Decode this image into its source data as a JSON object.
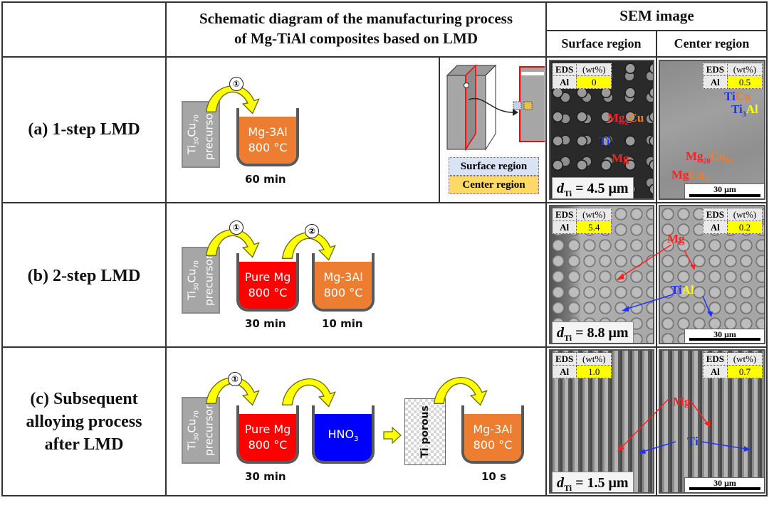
{
  "header": {
    "schematic_title_line1": "Schematic diagram of the manufacturing process",
    "schematic_title_line2": "of Mg-TiAl composites based on LMD",
    "sem_title": "SEM image",
    "surface_col": "Surface region",
    "center_col": "Center region"
  },
  "rows": [
    {
      "label_lines": [
        "(a) 1-step LMD"
      ],
      "precursor": {
        "base": "Ti",
        "sub1": "30",
        "mid": "Cu",
        "sub2": "70",
        "line2": "precursor"
      },
      "steps": [
        {
          "number": "①",
          "bath": "Mg-3Al",
          "temp": "800 °C",
          "time": "60 min",
          "color": "#ED7D31"
        }
      ],
      "inset": {
        "surface_label": "Surface region",
        "center_label": "Center region"
      },
      "surface": {
        "eds_label": "EDS",
        "eds_unit": "(wt%)",
        "element": "Al",
        "value": "0",
        "d_symbol": "d",
        "d_sub": "Ti",
        "d_value": "= 4.5 μm",
        "phases": [
          "Mg2Cu",
          "Ti",
          "Mg"
        ]
      },
      "center": {
        "eds_label": "EDS",
        "eds_unit": "(wt%)",
        "element": "Al",
        "value": "0.5",
        "scale": "30 μm",
        "phases": [
          "TiCu",
          "Ti3Al",
          "Mg20Cu80",
          "MgCu2"
        ]
      }
    },
    {
      "label_lines": [
        "(b) 2-step LMD"
      ],
      "precursor": {
        "base": "Ti",
        "sub1": "30",
        "mid": "Cu",
        "sub2": "70",
        "line2": "precursor"
      },
      "steps": [
        {
          "number": "①",
          "bath": "Pure Mg",
          "temp": "800 °C",
          "time": "30 min",
          "color": "#FF0000"
        },
        {
          "number": "②",
          "bath": "Mg-3Al",
          "temp": "800 °C",
          "time": "10 min",
          "color": "#ED7D31"
        }
      ],
      "surface": {
        "eds_label": "EDS",
        "eds_unit": "(wt%)",
        "element": "Al",
        "value": "5.4",
        "d_symbol": "d",
        "d_sub": "Ti",
        "d_value": "= 8.8 μm",
        "phases": [
          "Mg",
          "TiAl"
        ]
      },
      "center": {
        "eds_label": "EDS",
        "eds_unit": "(wt%)",
        "element": "Al",
        "value": "0.2",
        "scale": "30 μm",
        "phases": [
          "Mg",
          "TiAl"
        ]
      }
    },
    {
      "label_lines": [
        "(c) Subsequent",
        "alloying process",
        "after LMD"
      ],
      "precursor": {
        "base": "Ti",
        "sub1": "30",
        "mid": "Cu",
        "sub2": "70",
        "line2": "precursor"
      },
      "steps": [
        {
          "number": "①",
          "bath": "Pure Mg",
          "temp": "800 °C",
          "time": "30 min",
          "color": "#FF0000"
        },
        {
          "number": "",
          "bath": "HNO3",
          "temp": "",
          "time": "",
          "color": "#0000FF"
        },
        {
          "number": "",
          "bath": "Mg-3Al",
          "temp": "800 °C",
          "time": "10 s",
          "color": "#ED7D31"
        }
      ],
      "porous_label": "Ti porous",
      "surface": {
        "eds_label": "EDS",
        "eds_unit": "(wt%)",
        "element": "Al",
        "value": "1.0",
        "d_symbol": "d",
        "d_sub": "Ti",
        "d_value": "= 1.5 μm",
        "phases": [
          "Mg",
          "Ti"
        ]
      },
      "center": {
        "eds_label": "EDS",
        "eds_unit": "(wt%)",
        "element": "Al",
        "value": "0.7",
        "scale": "30 μm",
        "phases": [
          "Mg",
          "Ti"
        ]
      }
    }
  ],
  "colors": {
    "arrow_yellow": "#FFFF00",
    "grid": "#333333",
    "eds_highlight": "#FFFF00"
  }
}
